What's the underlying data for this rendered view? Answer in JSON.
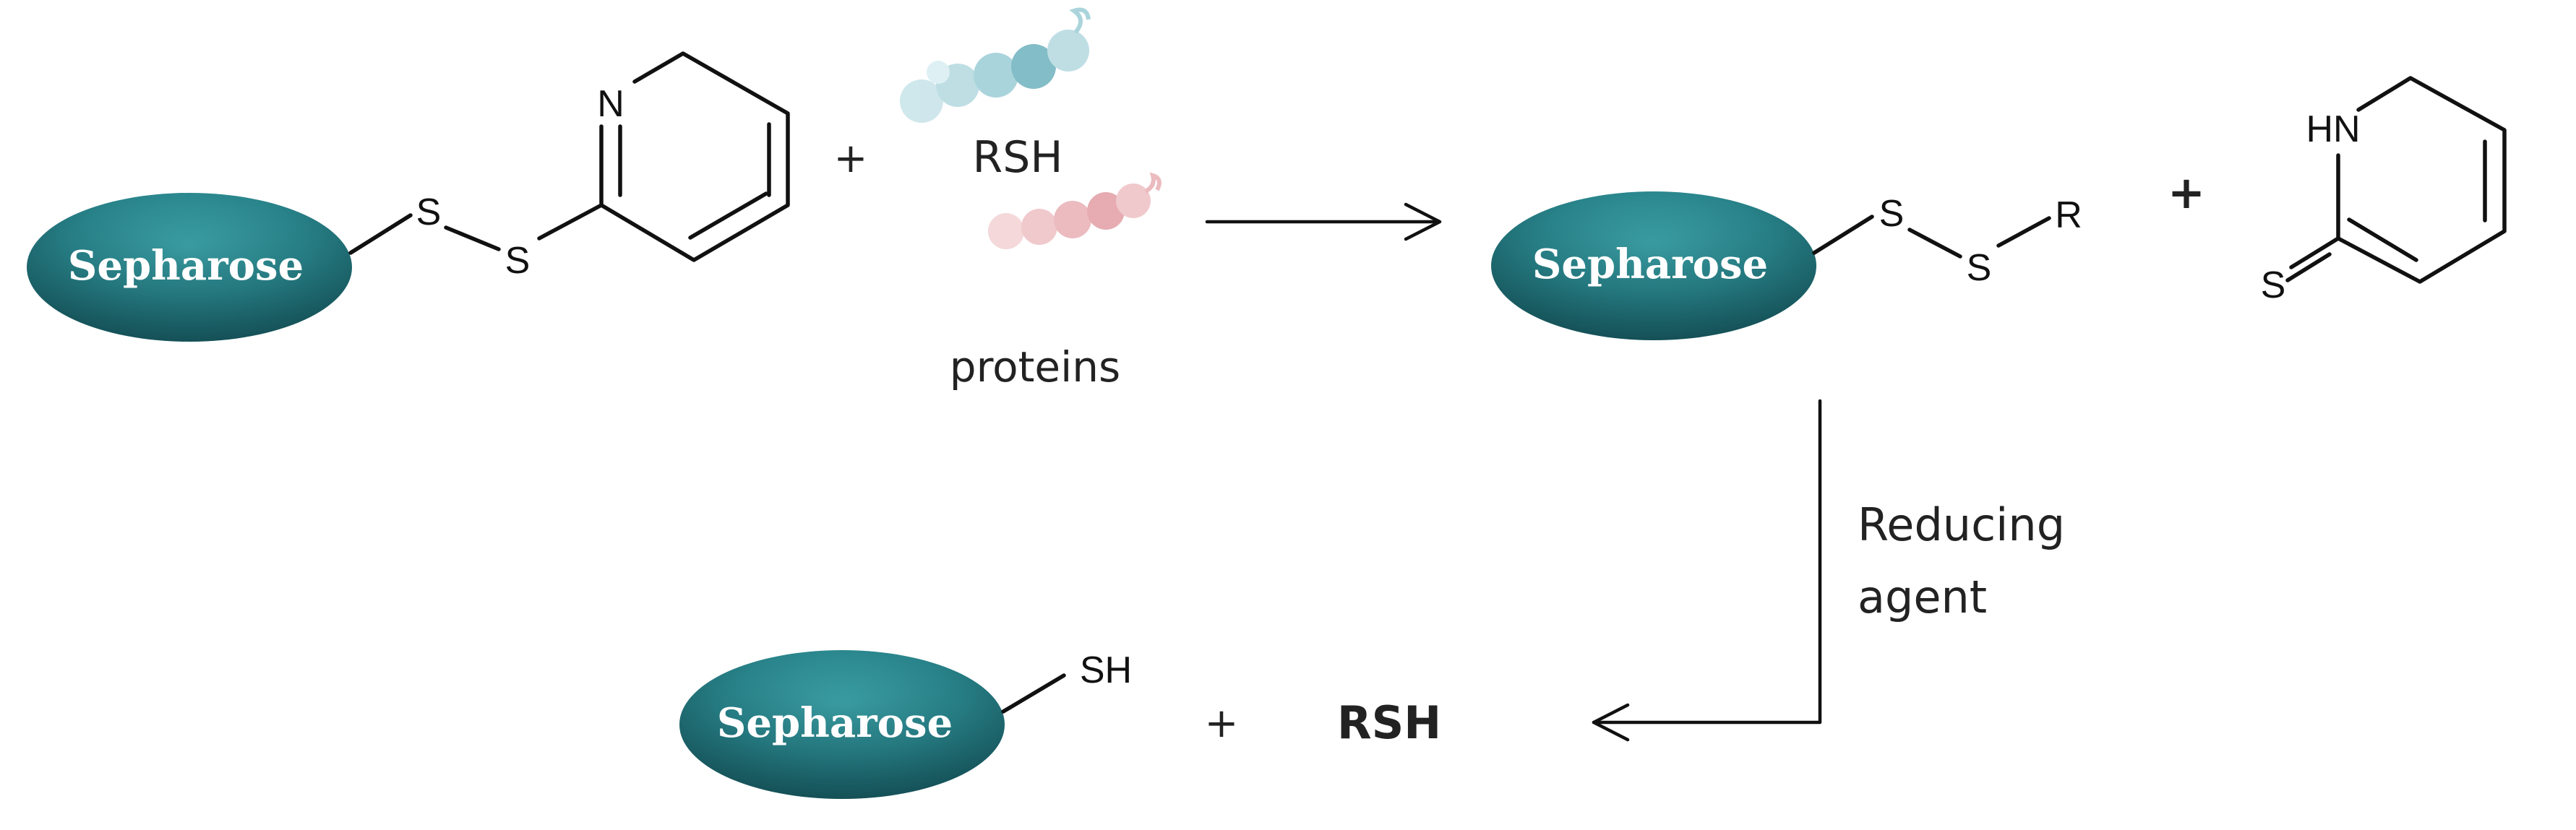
{
  "bead_label": "Sepharose",
  "atoms": {
    "sulfur": "S",
    "nitrogen": "N",
    "nh": "HN",
    "r_group": "R",
    "thiol": "SH"
  },
  "reactant_thiol": "RSH",
  "reactant_caption": "proteins",
  "plus": "+",
  "reducing_label_line1": "Reducing",
  "reducing_label_line2": "agent",
  "product_thiol": "RSH",
  "colors": {
    "bead_light": "#3a9fa4",
    "bead_dark": "#1c5f66",
    "protein_blue": "#7cbcc8",
    "protein_red": "#e09aa0",
    "ink": "#111111"
  }
}
